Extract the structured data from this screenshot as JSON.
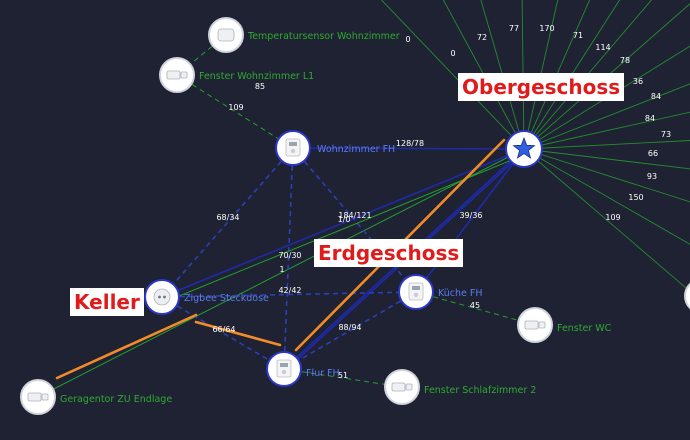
{
  "nodes": [
    {
      "id": "coordinator",
      "label": "",
      "kind": "star"
    },
    {
      "id": "temp-sensor",
      "label": "Temperatursensor Wohnzimmer",
      "kind": "sensor"
    },
    {
      "id": "fenster-wz",
      "label": "Fenster Wohnzimmer L1",
      "kind": "contact"
    },
    {
      "id": "wohnzimmer-fh",
      "label": "Wohnzimmer FH",
      "kind": "thermostat"
    },
    {
      "id": "zigbee-steckdose",
      "label": "Zigbee Steckdose",
      "kind": "plug"
    },
    {
      "id": "kueche-fh",
      "label": "Küche FH",
      "kind": "thermostat"
    },
    {
      "id": "flur-fh",
      "label": "Flur FH",
      "kind": "thermostat"
    },
    {
      "id": "fenster-wc",
      "label": "Fenster WC",
      "kind": "contact"
    },
    {
      "id": "fenster-sz2",
      "label": "Fenster Schlafzimmer 2",
      "kind": "contact"
    },
    {
      "id": "geragentor",
      "label": "Geragentor ZU Endlage",
      "kind": "contact"
    },
    {
      "id": "edge-right",
      "label": "",
      "kind": "contact"
    }
  ],
  "links": [
    {
      "label": "128/78"
    },
    {
      "label": "109"
    },
    {
      "label": "85"
    },
    {
      "label": "68/34"
    },
    {
      "label": "184/121"
    },
    {
      "label": "1/0"
    },
    {
      "label": "70/30"
    },
    {
      "label": "1"
    },
    {
      "label": "42/42"
    },
    {
      "label": "39/36"
    },
    {
      "label": "66/64"
    },
    {
      "label": "88/94"
    },
    {
      "label": "45"
    },
    {
      "label": "51"
    }
  ],
  "fan_labels": [
    "0",
    "0",
    "72",
    "77",
    "170",
    "71",
    "114",
    "78",
    "36",
    "84",
    "84",
    "73",
    "66",
    "93",
    "150",
    "109"
  ],
  "callouts": [
    {
      "id": "obergeschoss",
      "text": "Obergeschoss"
    },
    {
      "id": "erdgeschoss",
      "text": "Erdgeschoss"
    },
    {
      "id": "keller",
      "text": "Keller"
    }
  ],
  "colors": {
    "background": "#1f2233",
    "strong_link": "#1e2aa8",
    "weak_link": "#23a02f",
    "dashed_link": "#2c3fb5",
    "highlight": "#f28c28",
    "node_ring": "#2a37c9",
    "label_blue": "#5b7cf0",
    "label_green": "#2faa2f",
    "callout_text": "#e01b1b"
  }
}
